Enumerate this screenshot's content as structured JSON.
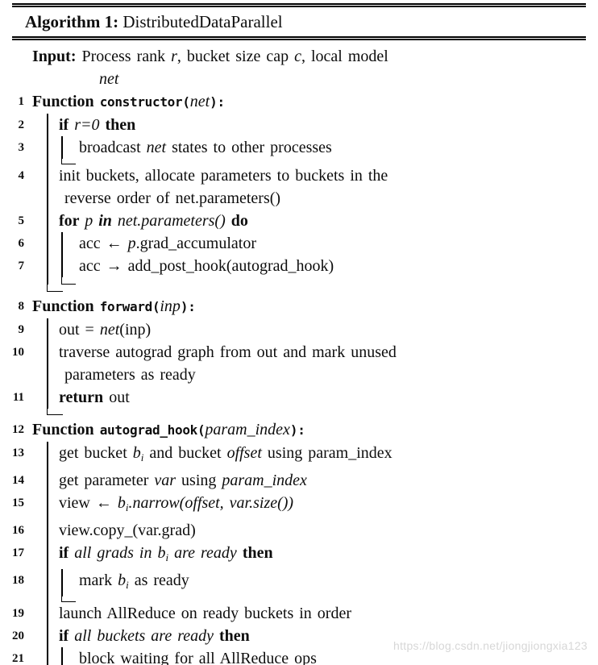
{
  "watermark": "https://blog.csdn.net/jiongjiongxia123",
  "algorithm": {
    "caption": [
      {
        "t": "Algorithm 1:",
        "s": "b"
      },
      {
        "t": " DistributedDataParallel",
        "s": "r"
      }
    ],
    "input": [
      {
        "t": "Input: ",
        "s": "b"
      },
      {
        "t": "Process rank ",
        "s": "r"
      },
      {
        "t": "r",
        "s": "i"
      },
      {
        "t": ", bucket size cap ",
        "s": "r"
      },
      {
        "t": "c",
        "s": "i"
      },
      {
        "t": ", local model",
        "s": "r"
      }
    ],
    "input_cont": [
      {
        "t": "net",
        "s": "i"
      }
    ],
    "lines": [
      {
        "n": "1",
        "segs": [
          {
            "t": "Function ",
            "s": "b"
          },
          {
            "t": "constructor(",
            "s": "m"
          },
          {
            "t": "net",
            "s": "i"
          },
          {
            "t": "):",
            "s": "m"
          }
        ]
      },
      {
        "n": "2",
        "segs": [
          {
            "t": "if ",
            "s": "b"
          },
          {
            "t": "r=0",
            "s": "i"
          },
          {
            "t": " then",
            "s": "b"
          }
        ]
      },
      {
        "n": "3",
        "segs": [
          {
            "t": "broadcast ",
            "s": "r"
          },
          {
            "t": "net",
            "s": "i"
          },
          {
            "t": " states to other processes",
            "s": "r"
          }
        ]
      },
      {
        "n": "4",
        "segs": [
          {
            "t": "init buckets, allocate parameters to buckets in the",
            "s": "r"
          }
        ],
        "cont": [
          {
            "t": "reverse order of net.parameters()",
            "s": "r"
          }
        ]
      },
      {
        "n": "5",
        "segs": [
          {
            "t": "for ",
            "s": "b"
          },
          {
            "t": "p ",
            "s": "i"
          },
          {
            "t": "in ",
            "s": "bi"
          },
          {
            "t": "net.parameters() ",
            "s": "i"
          },
          {
            "t": "do",
            "s": "b"
          }
        ]
      },
      {
        "n": "6",
        "segs": [
          {
            "t": "acc ← ",
            "s": "r"
          },
          {
            "t": "p",
            "s": "i"
          },
          {
            "t": ".grad_accumulator",
            "s": "r"
          }
        ]
      },
      {
        "n": "7",
        "segs": [
          {
            "t": "acc → add_post_hook(autograd_hook)",
            "s": "r"
          }
        ]
      },
      {
        "n": "8",
        "segs": [
          {
            "t": "Function ",
            "s": "b"
          },
          {
            "t": "forward(",
            "s": "m"
          },
          {
            "t": "inp",
            "s": "i"
          },
          {
            "t": "):",
            "s": "m"
          }
        ]
      },
      {
        "n": "9",
        "segs": [
          {
            "t": "out = ",
            "s": "r"
          },
          {
            "t": "net",
            "s": "i"
          },
          {
            "t": "(inp)",
            "s": "r"
          }
        ]
      },
      {
        "n": "10",
        "segs": [
          {
            "t": "traverse autograd graph from out and mark unused",
            "s": "r"
          }
        ],
        "cont": [
          {
            "t": "parameters as ready",
            "s": "r"
          }
        ]
      },
      {
        "n": "11",
        "segs": [
          {
            "t": "return",
            "s": "b"
          },
          {
            "t": " out",
            "s": "r"
          }
        ]
      },
      {
        "n": "12",
        "segs": [
          {
            "t": "Function ",
            "s": "b"
          },
          {
            "t": "autograd_hook(",
            "s": "m"
          },
          {
            "t": "param_index",
            "s": "i"
          },
          {
            "t": "):",
            "s": "m"
          }
        ]
      },
      {
        "n": "13",
        "segs": [
          {
            "t": "get bucket ",
            "s": "r"
          },
          {
            "t": "b",
            "s": "i"
          },
          {
            "t": "i",
            "s": "s"
          },
          {
            "t": " and bucket ",
            "s": "r"
          },
          {
            "t": "offset",
            "s": "i"
          },
          {
            "t": " using param_index",
            "s": "r"
          }
        ]
      },
      {
        "n": "14",
        "segs": [
          {
            "t": "get parameter ",
            "s": "r"
          },
          {
            "t": "var",
            "s": "i"
          },
          {
            "t": " using ",
            "s": "r"
          },
          {
            "t": "param_index",
            "s": "i"
          }
        ]
      },
      {
        "n": "15",
        "segs": [
          {
            "t": "view ← ",
            "s": "r"
          },
          {
            "t": "b",
            "s": "i"
          },
          {
            "t": "i",
            "s": "s"
          },
          {
            "t": ".narrow(offset, var.size())",
            "s": "i"
          }
        ]
      },
      {
        "n": "16",
        "segs": [
          {
            "t": "view.copy_(var.grad)",
            "s": "r"
          }
        ]
      },
      {
        "n": "17",
        "segs": [
          {
            "t": "if ",
            "s": "b"
          },
          {
            "t": "all grads in ",
            "s": "i"
          },
          {
            "t": "b",
            "s": "i"
          },
          {
            "t": "i",
            "s": "s"
          },
          {
            "t": " are ready ",
            "s": "i"
          },
          {
            "t": "then",
            "s": "b"
          }
        ]
      },
      {
        "n": "18",
        "segs": [
          {
            "t": "mark ",
            "s": "r"
          },
          {
            "t": "b",
            "s": "i"
          },
          {
            "t": "i",
            "s": "s"
          },
          {
            "t": " as ready",
            "s": "r"
          }
        ]
      },
      {
        "n": "19",
        "segs": [
          {
            "t": "launch AllReduce on ready buckets in order",
            "s": "r"
          }
        ]
      },
      {
        "n": "20",
        "segs": [
          {
            "t": "if ",
            "s": "b"
          },
          {
            "t": "all buckets are ready ",
            "s": "i"
          },
          {
            "t": "then",
            "s": "b"
          }
        ]
      },
      {
        "n": "21",
        "segs": [
          {
            "t": "block waiting for all AllReduce ops",
            "s": "r"
          }
        ]
      }
    ]
  }
}
